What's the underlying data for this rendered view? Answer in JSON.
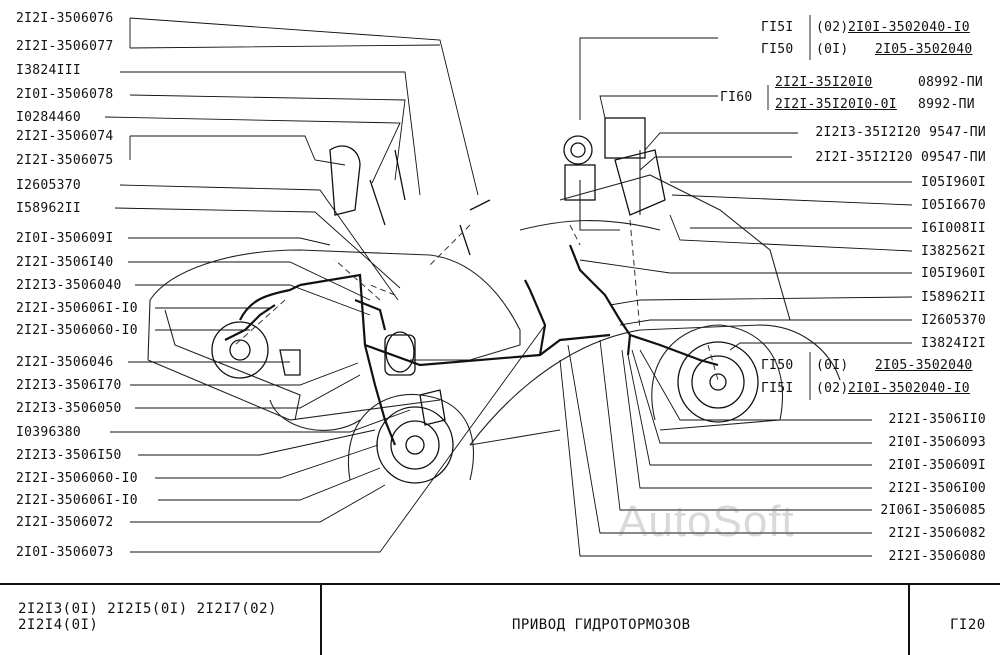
{
  "left_labels": [
    "2I2I-3506076",
    "2I2I-3506077",
    "I3824III",
    "2I0I-3506078",
    "I0284460",
    "2I2I-3506074",
    "2I2I-3506075",
    "I2605370",
    "I58962II",
    "2I0I-350609I",
    "2I2I-3506I40",
    "2I2I3-3506040",
    "2I2I-350606I-I0",
    "2I2I-3506060-I0",
    "2I2I-3506046",
    "2I2I3-3506I70",
    "2I2I3-3506050",
    "I0396380",
    "2I2I3-3506I50",
    "2I2I-3506060-I0",
    "2I2I-350606I-I0",
    "2I2I-3506072",
    "2I0I-3506073"
  ],
  "right_top": {
    "r1_code": "ГI5I",
    "r1_qty": "(02)",
    "r1_part": "2I0I-3502040-I0",
    "r2_code": "ГI50",
    "r2_qty": "(0I)",
    "r2_part": "2I05-3502040",
    "g160_code": "ГI60",
    "g160_row1_part": "2I2I-35I20I0",
    "g160_row1_num": "08992-ПИ",
    "g160_row2_part": "2I2I-35I20I0-0I",
    "g160_row2_num": "8992-ПИ"
  },
  "right_labels": [
    "2I2I3-35I2I20 9547-ПИ",
    "2I2I-35I2I20 09547-ПИ",
    "I05I960I",
    "I05I6670",
    "I6I008II",
    "I382562I",
    "I05I960I",
    "I58962II",
    "I2605370",
    "I3824I2I"
  ],
  "right_mid": {
    "r1_code": "ГI50",
    "r1_qty": "(0I)",
    "r1_part": "2I05-3502040",
    "r2_code": "ГI5I",
    "r2_qty": "(02)",
    "r2_part": "2I0I-3502040-I0"
  },
  "right_bottom_labels": [
    "2I2I-3506II0",
    "2I0I-3506093",
    "2I0I-350609I",
    "2I2I-3506I00",
    "2I06I-3506085",
    "2I2I-3506082",
    "2I2I-3506080"
  ],
  "watermark": "AutoSoft",
  "title_block": {
    "models_line1": "2I2I3(0I)  2I2I5(0I)  2I2I7(02)",
    "models_line2": "2I2I4(0I)",
    "title": "ПРИВОД  ГИДРОТОРМОЗОВ",
    "sheet": "ГI20"
  }
}
